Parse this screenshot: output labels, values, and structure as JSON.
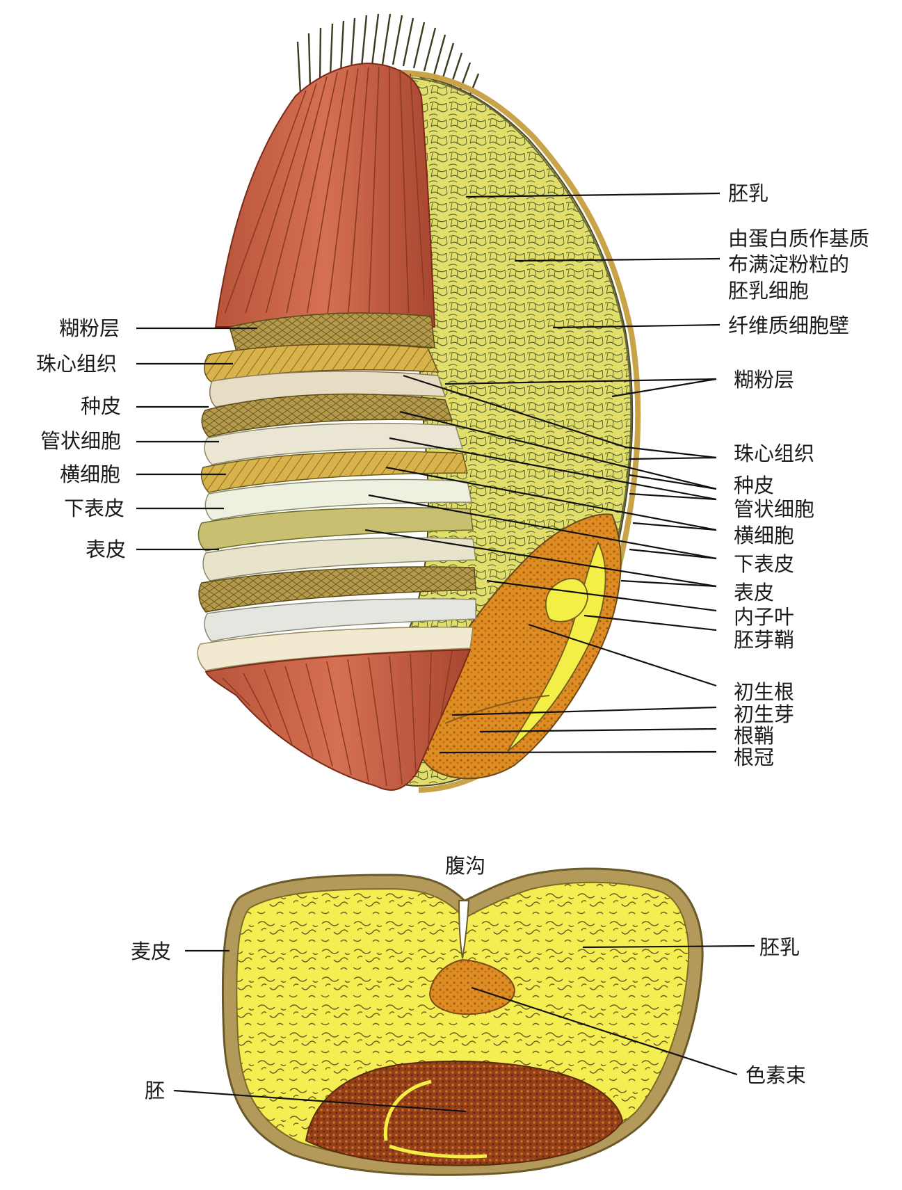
{
  "colors": {
    "husk_red": "#c25a3a",
    "husk_dark": "#8f3a22",
    "endosperm_yellow": "#e4e06a",
    "bright_yellow": "#f4ef47",
    "embryo_orange": "#d98a1e",
    "embryo_dark": "#8a3a10",
    "layer_cream": "#ece6d2",
    "aleurone": "#b69a45",
    "line": "#111111"
  },
  "labels": {
    "top_right": {
      "endosperm": "胚乳",
      "protein_matrix_1": "由蛋白质作基质",
      "protein_matrix_2": "布满淀粉粒的",
      "protein_matrix_3": "胚乳细胞",
      "cellulose_wall": "纤维质细胞壁",
      "aleurone": "糊粉层",
      "nucellus": "珠心组织",
      "seed_coat": "种皮",
      "tube_cells": "管状细胞",
      "cross_cells": "横细胞",
      "hypodermis": "下表皮",
      "epidermis": "表皮",
      "scutellum": "内子叶",
      "coleoptile": "胚芽鞘",
      "radicle": "初生根",
      "plumule": "初生芽",
      "coleorhiza": "根鞘",
      "root_cap": "根冠"
    },
    "top_left": {
      "aleurone": "糊粉层",
      "nucellus": "珠心组织",
      "seed_coat": "种皮",
      "tube_cells": "管状细胞",
      "cross_cells": "横细胞",
      "hypodermis": "下表皮",
      "epidermis": "表皮"
    },
    "bottom": {
      "crease": "腹沟",
      "bran": "麦皮",
      "endosperm": "胚乳",
      "pigment_strand": "色素束",
      "embryo": "胚"
    }
  }
}
